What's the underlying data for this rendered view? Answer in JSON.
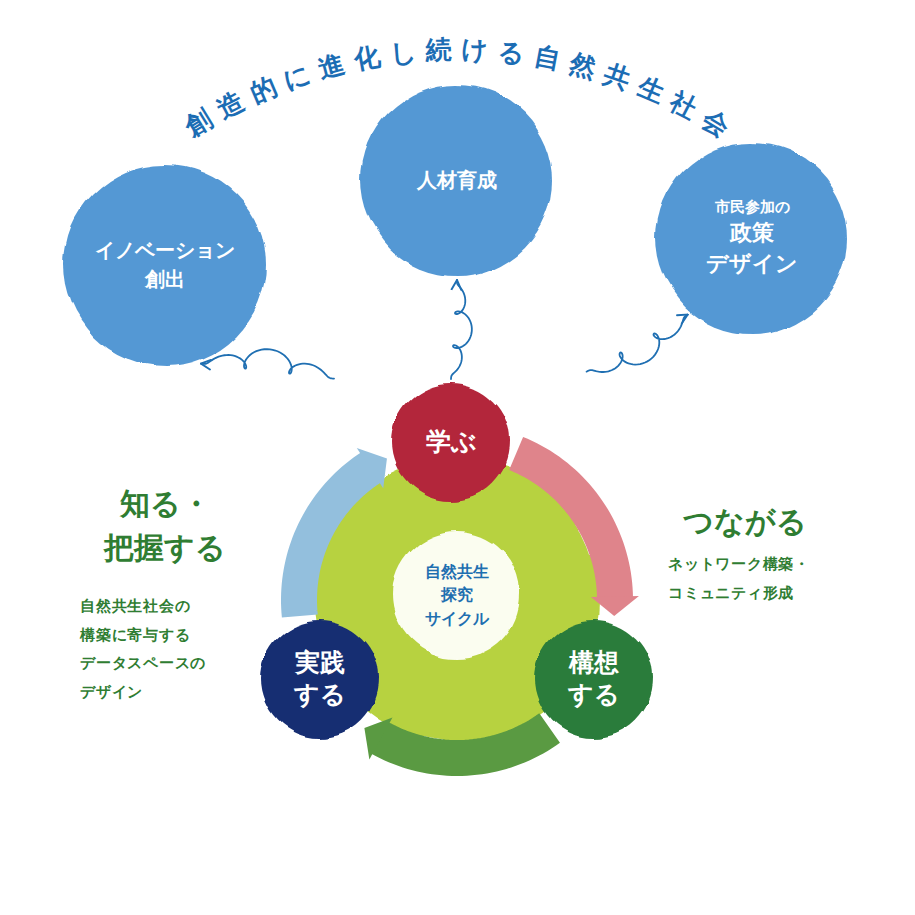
{
  "diagram": {
    "title": "創造的に進化し続ける自然共生社会",
    "nodes": [
      {
        "text": [
          "イノベーション 創出"
        ]
      },
      {
        "text": [
          "人材育成"
        ]
      },
      {
        "text": [
          "市民参加の",
          "政策 デザイン"
        ]
      },
      {
        "text": [
          "知る・ 把握する",
          "自然共生社会の 構築に寄与する データスペースの デザイン"
        ]
      },
      {
        "text": [
          "つながる",
          "ネットワーク構築・ コミュニティ形成"
        ]
      },
      {
        "text": [
          "自然共生 探究 サイクル"
        ]
      },
      {
        "text": [
          "学ぶ"
        ]
      },
      {
        "text": [
          "構想 する"
        ]
      },
      {
        "text": [
          "実践 する"
        ]
      }
    ],
    "edges": [
      {
        "from": 3,
        "to": 0,
        "arrow": "to"
      },
      {
        "from": 6,
        "to": 1,
        "arrow": "to"
      },
      {
        "from": 4,
        "to": 2,
        "arrow": "to"
      },
      {
        "from": 6,
        "to": 7,
        "arrow": "to"
      },
      {
        "from": 7,
        "to": 8,
        "arrow": "to"
      },
      {
        "from": 8,
        "to": 6,
        "arrow": "to"
      }
    ]
  }
}
